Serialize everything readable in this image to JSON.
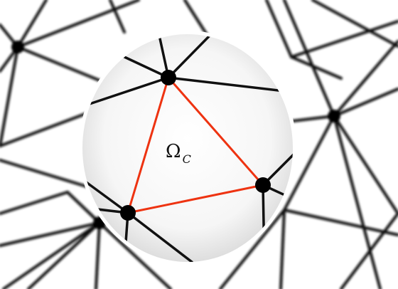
{
  "figure": {
    "cell_label": {
      "main": "Ω",
      "subscript": "C"
    }
  },
  "colors": {
    "background": "#ffffff",
    "mesh_edge": "#111111",
    "highlight_edge": "#ee3311",
    "node": "#000000",
    "lens_center": "#ffffff",
    "lens_edge": "#dcdcdc",
    "lens_rim": "#ffffff"
  },
  "nodes_outside": [
    {
      "id": "ul"
    },
    {
      "id": "ur"
    },
    {
      "id": "ll"
    }
  ],
  "nodes_inside": [
    {
      "id": "top"
    },
    {
      "id": "right"
    },
    {
      "id": "left"
    }
  ],
  "highlighted_triangle": [
    "top",
    "right",
    "left"
  ]
}
